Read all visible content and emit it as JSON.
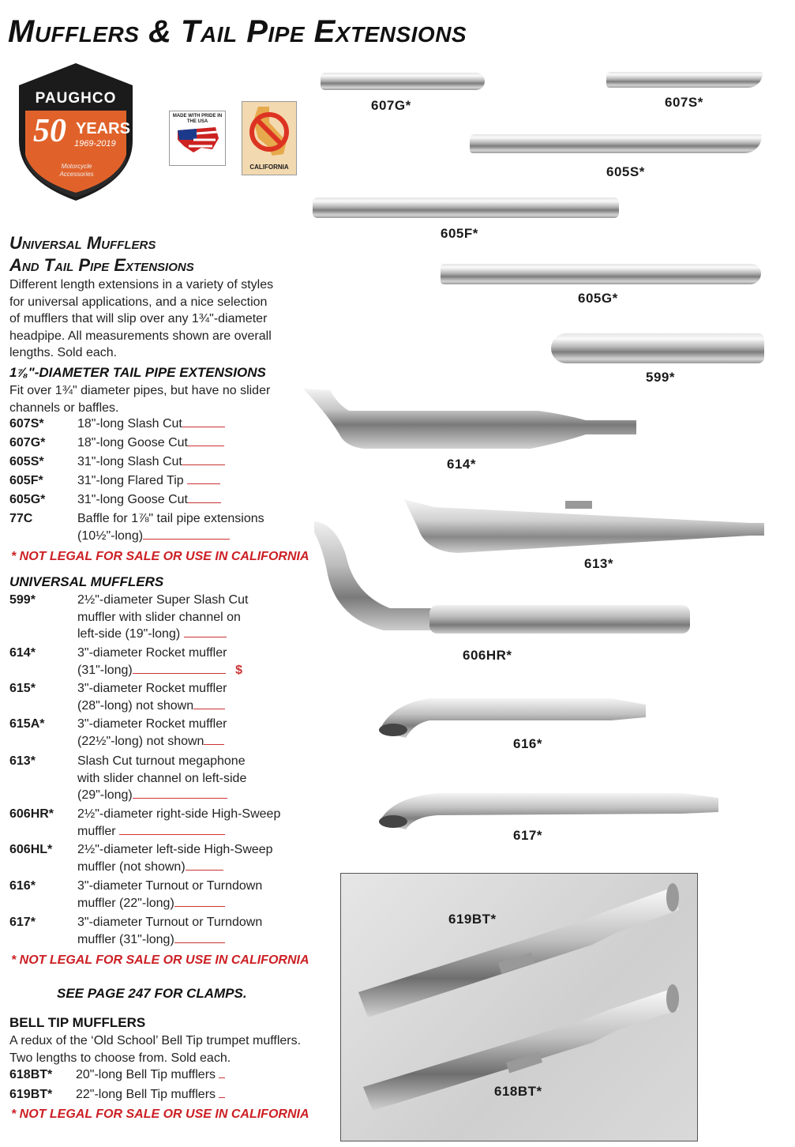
{
  "title": "Mufflers & Tail Pipe Extensions",
  "logo": {
    "brand": "PAUGHCO",
    "years_big": "50",
    "years_word": "YEARS",
    "years_range": "1969-2019",
    "subtitle": "Motorcycle Accessories"
  },
  "badges": {
    "usa": "MADE WITH PRIDE IN THE USA",
    "california": "CALIFORNIA"
  },
  "section1": {
    "heading_line1": "Universal Mufflers",
    "heading_line2": "And Tail Pipe Extensions",
    "intro": [
      "Different length extensions in a variety of styles",
      "for universal applications, and a nice selection",
      "of mufflers that will slip over any 1¾\"-diameter",
      "headpipe. All measurements shown are overall",
      "lengths. Sold each."
    ],
    "sub_heading": "1⅞\"-DIAMETER TAIL PIPE EXTENSIONS",
    "sub_intro": [
      "Fit over 1¾\" diameter pipes, but have no slider",
      "channels or baffles."
    ],
    "items": [
      {
        "code": "607S*",
        "desc": "18\"-long Slash Cut"
      },
      {
        "code": "607G*",
        "desc": "18\"-long Goose Cut"
      },
      {
        "code": "605S*",
        "desc": "31\"-long Slash Cut"
      },
      {
        "code": "605F*",
        "desc": "31\"-long Flared Tip"
      },
      {
        "code": "605G*",
        "desc": "31\"-long Goose Cut"
      },
      {
        "code": "77C",
        "desc": "Baffle for 1⅞\" tail pipe extensions",
        "desc2": "(10½\"-long)"
      }
    ],
    "warning": "* NOT LEGAL FOR SALE OR USE IN CALIFORNIA"
  },
  "section2": {
    "heading": "UNIVERSAL MUFFLERS",
    "items": [
      {
        "code": "599*",
        "lines": [
          "2½\"-diameter Super Slash Cut",
          "muffler with slider channel on",
          "left-side (19\"-long)"
        ]
      },
      {
        "code": "614*",
        "lines": [
          "3\"-diameter Rocket muffler",
          "(31\"-long)"
        ],
        "price_mark": "$"
      },
      {
        "code": "615*",
        "lines": [
          "3\"-diameter Rocket muffler",
          "(28\"-long) not shown"
        ]
      },
      {
        "code": "615A*",
        "lines": [
          "3\"-diameter Rocket muffler",
          "(22½\"-long) not shown"
        ]
      },
      {
        "code": "613*",
        "lines": [
          "Slash Cut turnout megaphone",
          "with slider channel on left-side",
          "(29\"-long)"
        ]
      },
      {
        "code": "606HR*",
        "lines": [
          "2½\"-diameter right-side High-Sweep",
          "muffler"
        ]
      },
      {
        "code": "606HL*",
        "lines": [
          "2½\"-diameter left-side High-Sweep",
          "muffler (not shown)"
        ]
      },
      {
        "code": "616*",
        "lines": [
          "3\"-diameter Turnout or Turndown",
          "muffler (22\"-long)"
        ]
      },
      {
        "code": "617*",
        "lines": [
          "3\"-diameter Turnout or Turndown",
          "muffler (31\"-long)"
        ]
      }
    ],
    "warning": "* NOT LEGAL FOR SALE OR USE IN CALIFORNIA",
    "clamps_note": "SEE PAGE 247 FOR CLAMPS."
  },
  "section3": {
    "heading": "BELL TIP MUFFLERS",
    "intro": [
      "A redux of the ‘Old School’ Bell Tip trumpet mufflers.",
      "Two lengths to choose from. Sold each."
    ],
    "items": [
      {
        "code": "618BT*",
        "desc": "20\"-long Bell Tip mufflers"
      },
      {
        "code": "619BT*",
        "desc": "22\"-long Bell Tip mufflers"
      }
    ],
    "warning": "* NOT LEGAL FOR SALE OR USE IN CALIFORNIA"
  },
  "photo_labels": {
    "p607G": "607G*",
    "p607S": "607S*",
    "p605S": "605S*",
    "p605F": "605F*",
    "p605G": "605G*",
    "p599": "599*",
    "p614": "614*",
    "p613": "613*",
    "p606HR": "606HR*",
    "p616": "616*",
    "p617": "617*",
    "p619BT": "619BT*",
    "p618BT": "618BT*"
  }
}
